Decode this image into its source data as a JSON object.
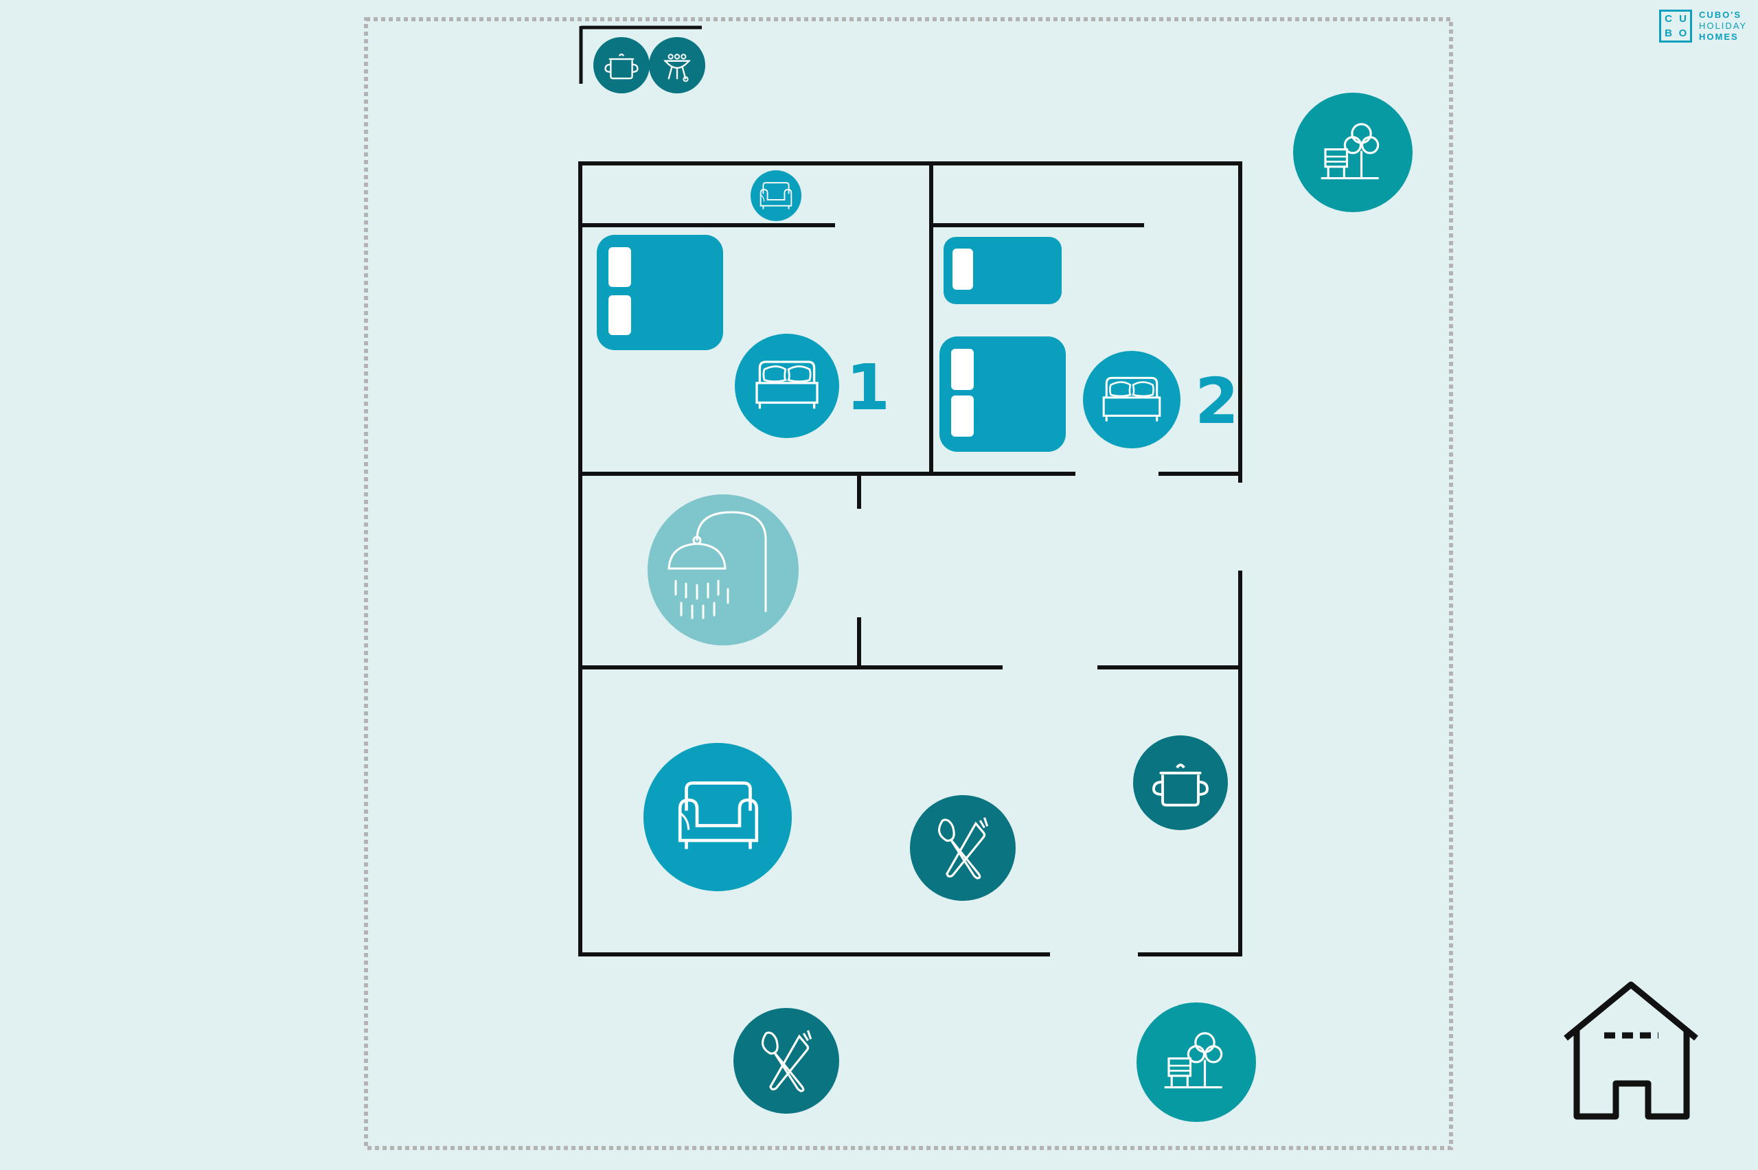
{
  "brand": {
    "logo_letters": [
      "C",
      "U",
      "B",
      "O"
    ],
    "logo_line1": "CUBO'S",
    "logo_line2": "HOLIDAY",
    "logo_line3": "HOMES"
  },
  "rooms": {
    "bedroom_1_label": "1",
    "bedroom_2_label": "2"
  },
  "icons": [
    "cooking-pot-icon",
    "barbecue-grill-icon",
    "armchair-icon",
    "garden-bench-tree-icon",
    "double-bed-icon",
    "shower-icon",
    "sofa-icon",
    "cutlery-icon",
    "house-icon"
  ],
  "colors": {
    "background": "#e1f0f0",
    "bright_teal": "#0aa0bd",
    "mid_teal": "#079aa3",
    "dark_teal": "#0a7480",
    "light_teal": "#7fc6cc",
    "walls": "#111111",
    "boundary": "#b3b3b3"
  }
}
